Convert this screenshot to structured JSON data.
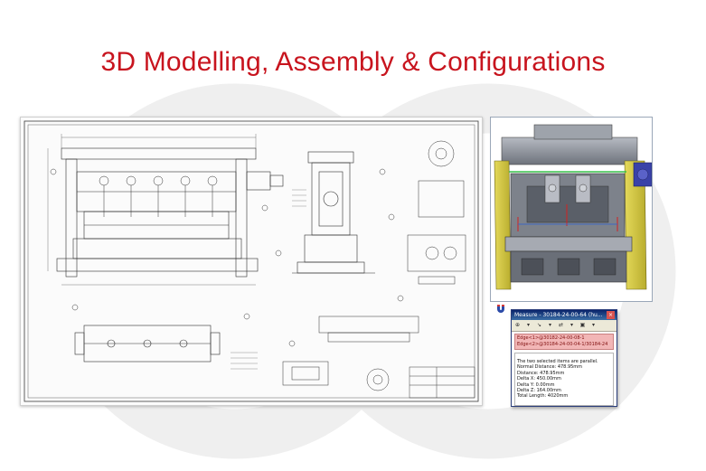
{
  "header": {
    "title": "3D Modelling, Assembly & Configurations"
  },
  "measure_window": {
    "title": "Measure - 30184-24-00-64 (hu...",
    "close_glyph": "×",
    "toolbar": [
      "⊕",
      "▾",
      "↘",
      "▾",
      "⇄",
      "▾",
      "▣",
      "▾"
    ],
    "selections": [
      "Edge<1>@30182-24-00-08-1",
      "Edge<2>@30184-24-00-04-1/30184-24"
    ],
    "results": {
      "message": "The two selected items are parallel.",
      "normal_distance": "Normal Distance: 478.95mm",
      "distance": "Distance: 478.95mm",
      "delta_x": "Delta X: 450.00mm",
      "delta_y": "Delta Y: 0.00mm",
      "delta_z": "Delta Z: 164.00mm",
      "total_length": "Total Length: 4020mm"
    }
  },
  "colors": {
    "title": "#c8141e",
    "machine_frame": "#d4c84a",
    "machine_body": "#8a8e96",
    "motor": "#3a42a8",
    "selection": "#f2b6b6",
    "window_titlebar": "#0a246a"
  }
}
